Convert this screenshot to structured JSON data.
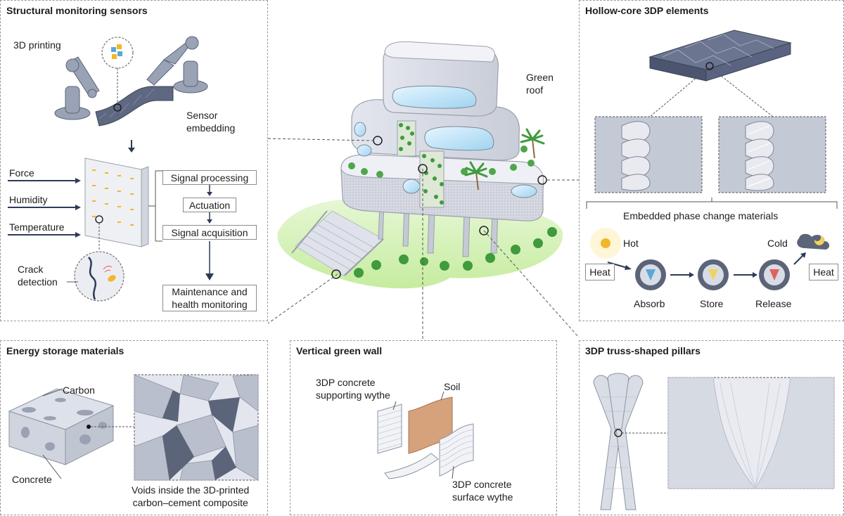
{
  "panels": {
    "structural": {
      "title": "Structural monitoring sensors",
      "printing": "3D printing",
      "sensor_embedding": [
        "Sensor",
        "embedding"
      ],
      "inputs": [
        "Force",
        "Humidity",
        "Temperature"
      ],
      "signal_processing": "Signal processing",
      "actuation": "Actuation",
      "signal_acquisition": "Signal acquisition",
      "crack": [
        "Crack",
        "detection"
      ],
      "maintenance": [
        "Maintenance and",
        "health monitoring"
      ]
    },
    "hollow": {
      "title": "Hollow-core 3DP elements",
      "pcm": "Embedded phase change materials",
      "hot": "Hot",
      "cold": "Cold",
      "heat_in": "Heat",
      "heat_out": "Heat",
      "stages": [
        "Absorb",
        "Store",
        "Release"
      ]
    },
    "energy": {
      "title": "Energy storage materials",
      "carbon": "Carbon",
      "concrete": "Concrete",
      "voids": [
        "Voids inside the 3D-printed",
        "carbon–cement composite"
      ]
    },
    "greenwall": {
      "title": "Vertical green wall",
      "supporting": [
        "3DP concrete",
        "supporting wythe"
      ],
      "soil": "Soil",
      "surface": [
        "3DP concrete",
        "surface wythe"
      ]
    },
    "truss": {
      "title": "3DP truss-shaped pillars"
    }
  },
  "center": {
    "green_roof": [
      "Green",
      "roof"
    ]
  },
  "colors": {
    "steel": "#8a93a6",
    "steel_dark": "#5b6478",
    "glass": "#bfe3f7",
    "leaf": "#3f9b3c",
    "lawn": "#cfeeb4",
    "hot": "#f2b629",
    "store": "#f0d35a",
    "absorb": "#5aa7d8",
    "release": "#e2605c",
    "soil": "#d6a27c"
  }
}
